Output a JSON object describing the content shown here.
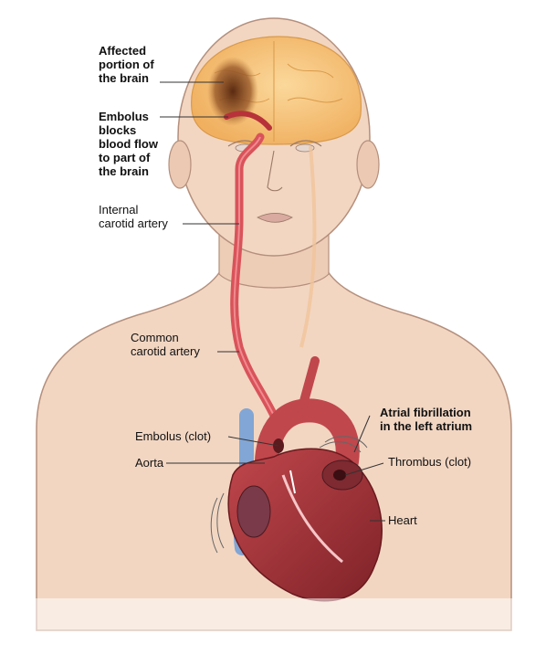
{
  "labels": {
    "affected_brain": "Affected\nportion of\nthe brain",
    "embolus_blocks": "Embolus\nblocks\nblood flow\nto part of\nthe brain",
    "internal_carotid": "Internal\ncarotid artery",
    "common_carotid": "Common\ncarotid artery",
    "embolus_clot": "Embolus (clot)",
    "aorta": "Aorta",
    "atrial_fibrillation": "Atrial fibrillation\nin the left atrium",
    "thrombus": "Thrombus (clot)",
    "heart": "Heart"
  },
  "colors": {
    "skin": "#f2d6c2",
    "skin_outline": "#b48f7c",
    "brain": "#f7c27a",
    "affected_area": "#8a4a1e",
    "artery": "#d9535a",
    "heart": "#a8343b",
    "vein": "#6f9ed8"
  }
}
